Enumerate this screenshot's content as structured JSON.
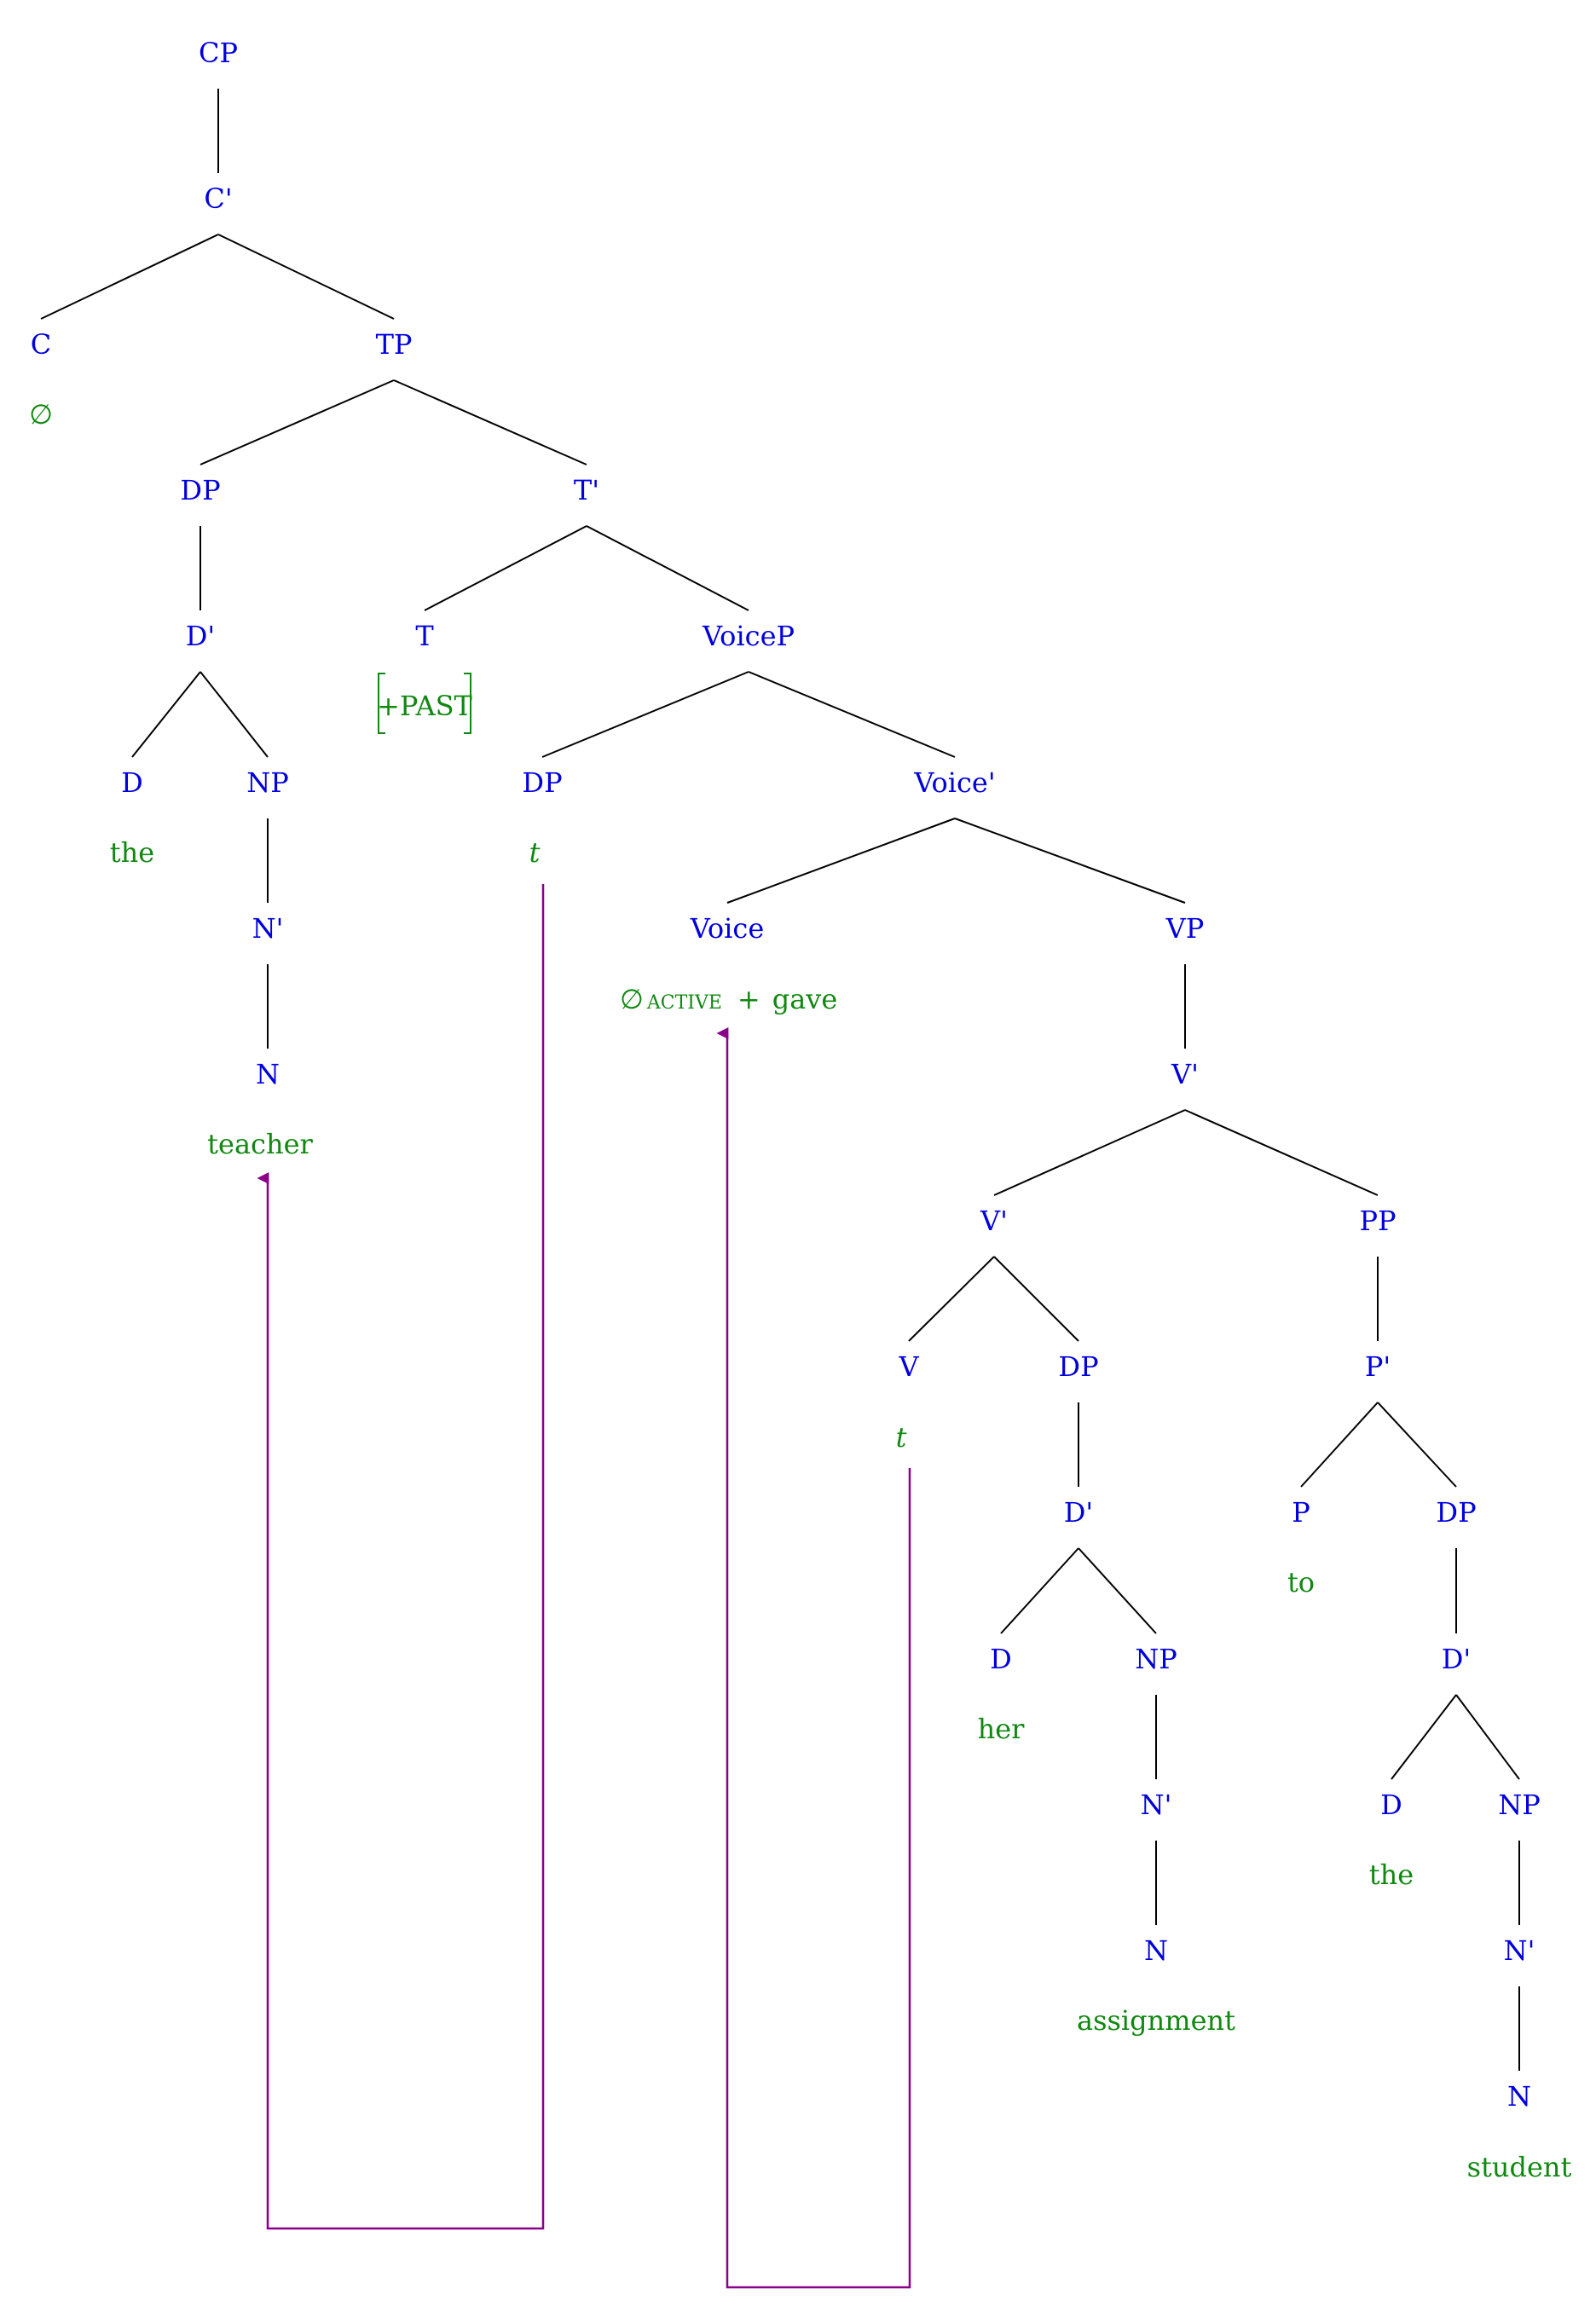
{
  "tree": {
    "nodes": [
      {
        "id": "CP",
        "label": "CP",
        "kind": "category"
      },
      {
        "id": "C1",
        "label": "C'",
        "kind": "category"
      },
      {
        "id": "C",
        "label": "C",
        "kind": "category"
      },
      {
        "id": "C_null",
        "label": "∅",
        "kind": "lexical"
      },
      {
        "id": "TP",
        "label": "TP",
        "kind": "category"
      },
      {
        "id": "DP_subj",
        "label": "DP",
        "kind": "category"
      },
      {
        "id": "D1_subj",
        "label": "D'",
        "kind": "category"
      },
      {
        "id": "D_subj",
        "label": "D",
        "kind": "category"
      },
      {
        "id": "the_1",
        "label": "the",
        "kind": "lexical"
      },
      {
        "id": "NP_subj",
        "label": "NP",
        "kind": "category"
      },
      {
        "id": "N1_subj",
        "label": "N'",
        "kind": "category"
      },
      {
        "id": "N_subj",
        "label": "N",
        "kind": "category"
      },
      {
        "id": "teacher",
        "label": "teacher",
        "kind": "lexical"
      },
      {
        "id": "T1",
        "label": "T'",
        "kind": "category"
      },
      {
        "id": "T",
        "label": "T",
        "kind": "category"
      },
      {
        "id": "past",
        "label": "+PAST",
        "kind": "feature"
      },
      {
        "id": "VoiceP",
        "label": "VoiceP",
        "kind": "category"
      },
      {
        "id": "DP_trace",
        "label": "DP",
        "kind": "category"
      },
      {
        "id": "t_subj",
        "label": "t",
        "kind": "trace"
      },
      {
        "id": "Voice1",
        "label": "Voice'",
        "kind": "category"
      },
      {
        "id": "Voice",
        "label": "Voice",
        "kind": "category"
      },
      {
        "id": "voice_head",
        "label": "∅",
        "sub": "ACTIVE",
        "plus": "+",
        "word": "gave",
        "kind": "complex"
      },
      {
        "id": "VP",
        "label": "VP",
        "kind": "category"
      },
      {
        "id": "V1_top",
        "label": "V'",
        "kind": "category"
      },
      {
        "id": "V1_low",
        "label": "V'",
        "kind": "category"
      },
      {
        "id": "V",
        "label": "V",
        "kind": "category"
      },
      {
        "id": "t_verb",
        "label": "t",
        "kind": "trace"
      },
      {
        "id": "DP_obj",
        "label": "DP",
        "kind": "category"
      },
      {
        "id": "D1_obj",
        "label": "D'",
        "kind": "category"
      },
      {
        "id": "D_obj",
        "label": "D",
        "kind": "category"
      },
      {
        "id": "her",
        "label": "her",
        "kind": "lexical"
      },
      {
        "id": "NP_obj",
        "label": "NP",
        "kind": "category"
      },
      {
        "id": "N1_obj",
        "label": "N'",
        "kind": "category"
      },
      {
        "id": "N_obj",
        "label": "N",
        "kind": "category"
      },
      {
        "id": "assignment",
        "label": "assignment",
        "kind": "lexical"
      },
      {
        "id": "PP",
        "label": "PP",
        "kind": "category"
      },
      {
        "id": "P1",
        "label": "P'",
        "kind": "category"
      },
      {
        "id": "P",
        "label": "P",
        "kind": "category"
      },
      {
        "id": "to",
        "label": "to",
        "kind": "lexical"
      },
      {
        "id": "DP_pp",
        "label": "DP",
        "kind": "category"
      },
      {
        "id": "D1_pp",
        "label": "D'",
        "kind": "category"
      },
      {
        "id": "D_pp",
        "label": "D",
        "kind": "category"
      },
      {
        "id": "the_2",
        "label": "the",
        "kind": "lexical"
      },
      {
        "id": "NP_pp",
        "label": "NP",
        "kind": "category"
      },
      {
        "id": "N1_pp",
        "label": "N'",
        "kind": "category"
      },
      {
        "id": "N_pp",
        "label": "N",
        "kind": "category"
      },
      {
        "id": "student",
        "label": "student",
        "kind": "lexical"
      }
    ],
    "edges": [
      [
        "CP",
        "C1"
      ],
      [
        "C1",
        "C"
      ],
      [
        "C1",
        "TP"
      ],
      [
        "TP",
        "DP_subj"
      ],
      [
        "TP",
        "T1"
      ],
      [
        "DP_subj",
        "D1_subj"
      ],
      [
        "D1_subj",
        "D_subj"
      ],
      [
        "D1_subj",
        "NP_subj"
      ],
      [
        "NP_subj",
        "N1_subj"
      ],
      [
        "N1_subj",
        "N_subj"
      ],
      [
        "T1",
        "T"
      ],
      [
        "T1",
        "VoiceP"
      ],
      [
        "VoiceP",
        "DP_trace"
      ],
      [
        "VoiceP",
        "Voice1"
      ],
      [
        "Voice1",
        "Voice"
      ],
      [
        "Voice1",
        "VP"
      ],
      [
        "VP",
        "V1_top"
      ],
      [
        "V1_top",
        "V1_low"
      ],
      [
        "V1_top",
        "PP"
      ],
      [
        "V1_low",
        "V"
      ],
      [
        "V1_low",
        "DP_obj"
      ],
      [
        "DP_obj",
        "D1_obj"
      ],
      [
        "D1_obj",
        "D_obj"
      ],
      [
        "D1_obj",
        "NP_obj"
      ],
      [
        "NP_obj",
        "N1_obj"
      ],
      [
        "N1_obj",
        "N_obj"
      ],
      [
        "PP",
        "P1"
      ],
      [
        "P1",
        "P"
      ],
      [
        "P1",
        "DP_pp"
      ],
      [
        "DP_pp",
        "D1_pp"
      ],
      [
        "D1_pp",
        "D_pp"
      ],
      [
        "D1_pp",
        "NP_pp"
      ],
      [
        "NP_pp",
        "N1_pp"
      ],
      [
        "N1_pp",
        "N_pp"
      ]
    ],
    "movements": [
      {
        "from": "t_subj",
        "to": "teacher",
        "color": "#8a008a"
      },
      {
        "from": "t_verb",
        "to": "voice_head",
        "color": "#8a008a"
      }
    ]
  }
}
